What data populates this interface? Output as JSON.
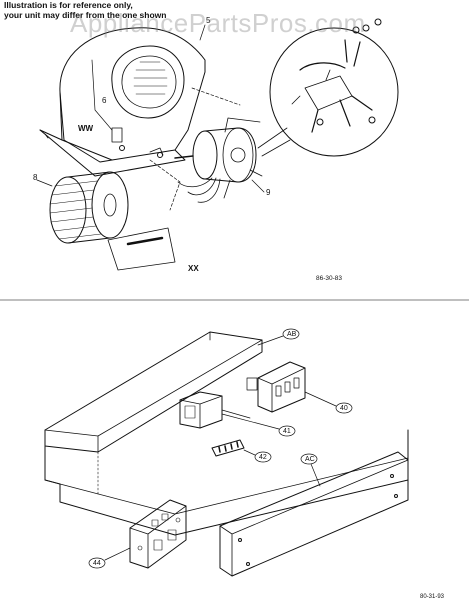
{
  "notice": {
    "line1": "Illustration is for reference only,",
    "line2": "your unit may differ from the one shown"
  },
  "watermark": "AppliancePartsPros.com",
  "top_diagram": {
    "labels": {
      "housing_top": "5",
      "housing_side": "6",
      "wheel": "8",
      "motor": "9"
    },
    "housing_mark": "WW",
    "mark_xx": "XX",
    "drawing_number": "86-30-83"
  },
  "bottom_diagram": {
    "callouts": {
      "cover": "AB",
      "relay": "40",
      "transformer": "41",
      "terminal_block": "42",
      "panel": "AC",
      "control_board": "44"
    },
    "drawing_number": "80-31-93"
  },
  "colors": {
    "ink": "#111111",
    "watermark": "#888888",
    "divider": "#555555"
  }
}
